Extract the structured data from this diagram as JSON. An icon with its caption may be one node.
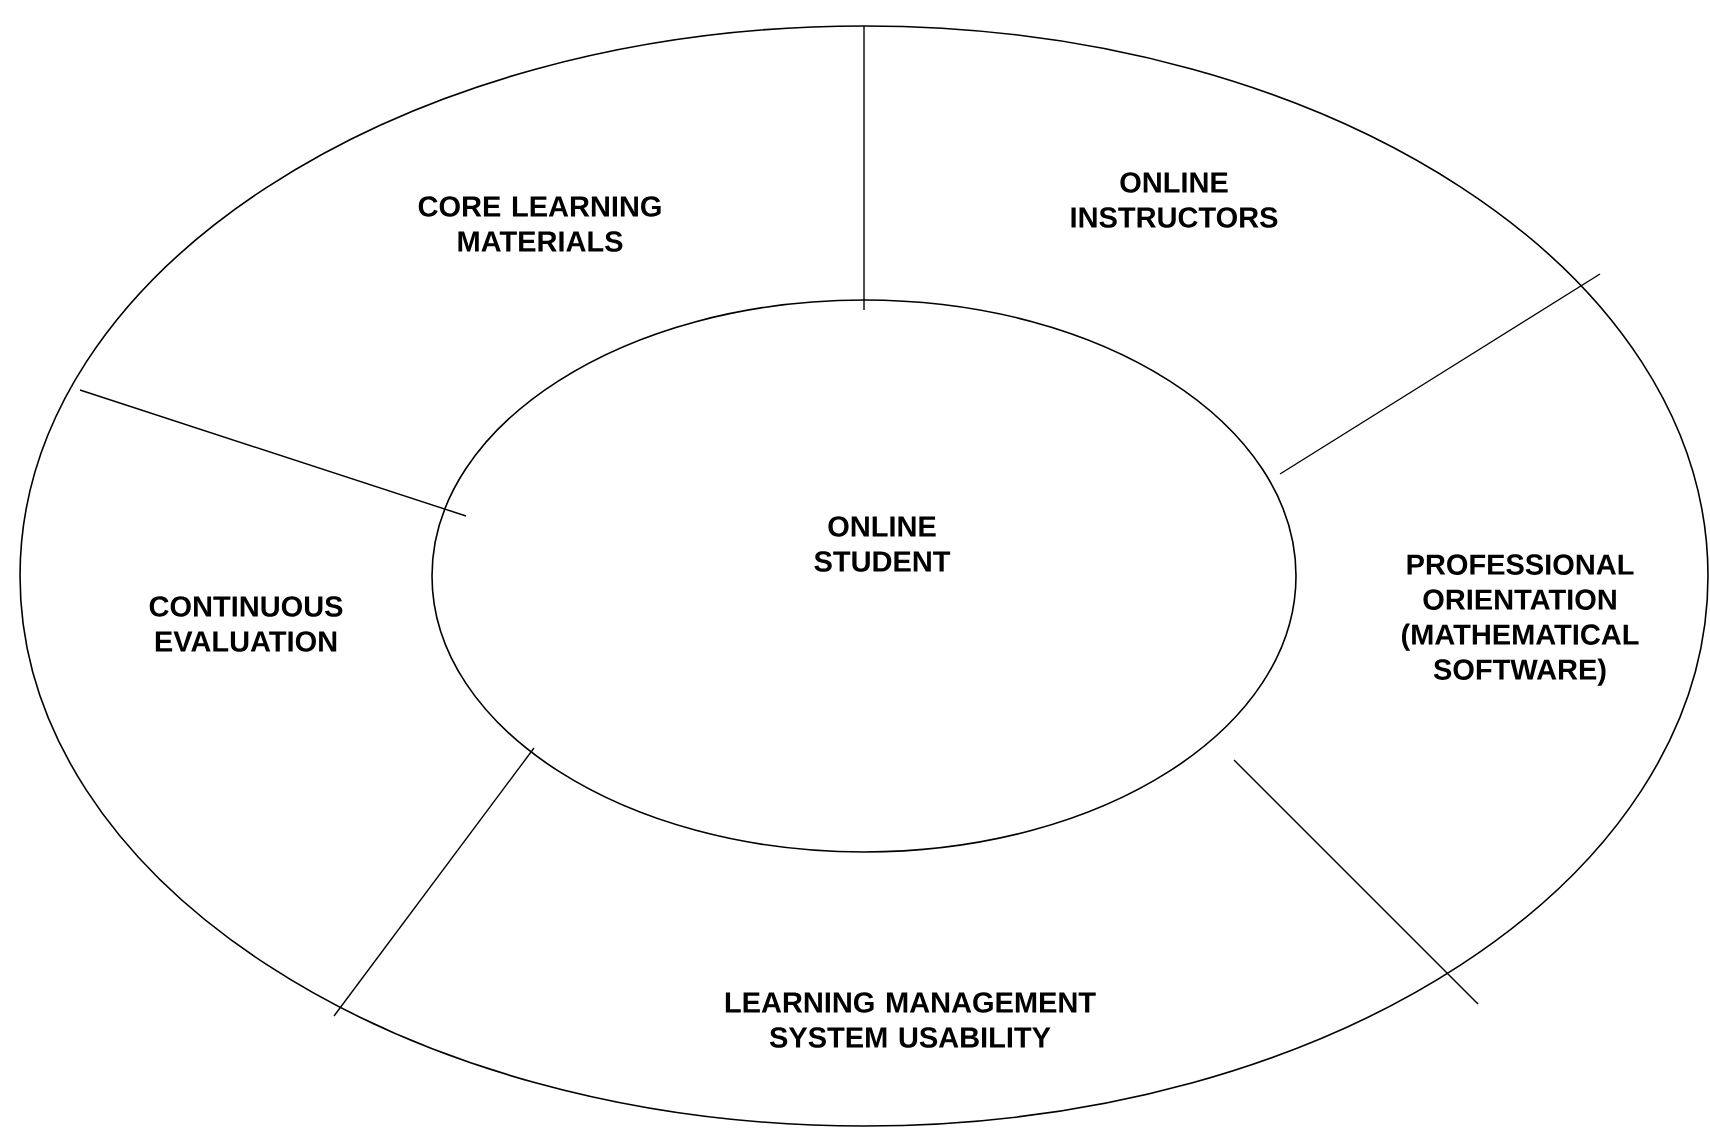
{
  "diagram": {
    "nodes": [
      {
        "text": [],
        "shape": "circle"
      },
      {
        "text": [
          "CORE LEARNING MATERIALS"
        ],
        "in": 0
      },
      {
        "text": [
          "ONLINE INSTRUCTORS"
        ],
        "in": 0
      },
      {
        "text": [
          "ONLINE STUDENT"
        ],
        "in": 0
      },
      {
        "text": [
          "PROFESSIONAL ORIENTATION (MATHEMATICAL SOFTWARE)"
        ],
        "in": 0
      },
      {
        "text": [
          "CONTINUOUS EVALUATION"
        ],
        "in": 0
      },
      {
        "text": [
          "LEARNING MANAGEMENT SYSTEM USABILITY"
        ],
        "in": 0
      }
    ]
  }
}
